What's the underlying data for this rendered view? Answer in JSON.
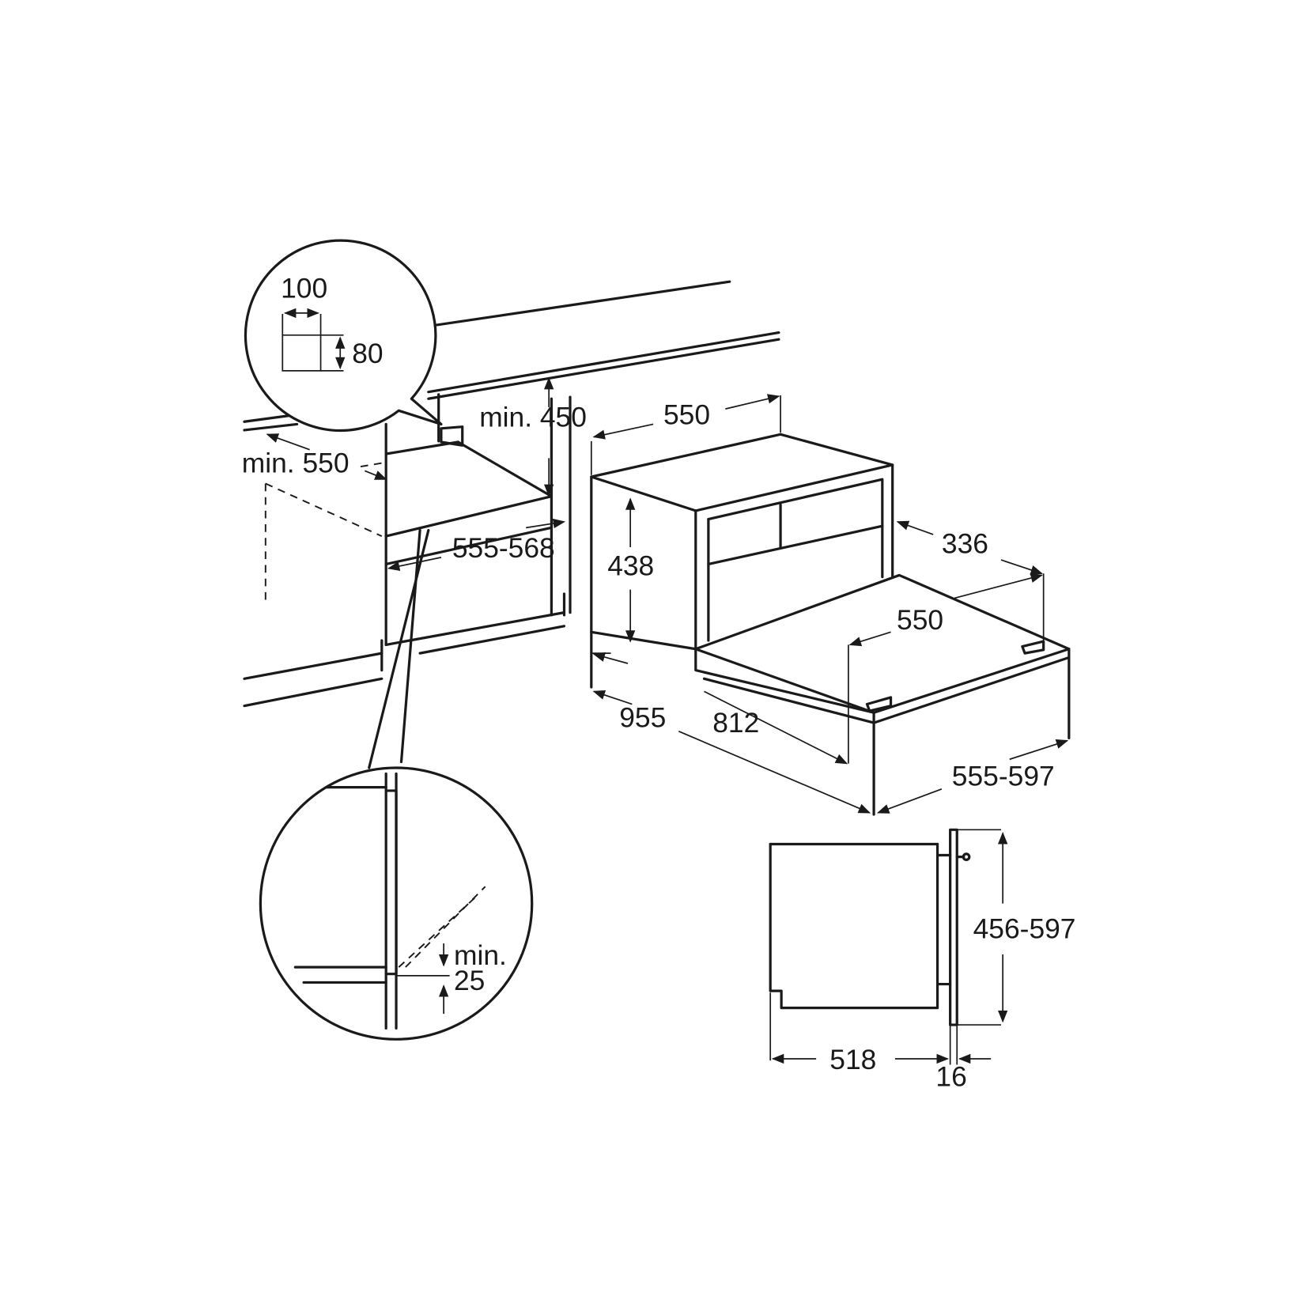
{
  "labels": {
    "detail_width": "100",
    "detail_height": "80",
    "min_height_above": "min. 450",
    "min_depth": "min. 550",
    "niche_width": "555-568",
    "box_width": "550",
    "box_height": "438",
    "drawer_depth": "336",
    "drawer_width": "550",
    "total_depth": "955",
    "drawer_extended": "812",
    "front_width": "555-597",
    "front_height": "456-597",
    "side_depth": "518",
    "front_thickness": "16",
    "gap_min": "min.",
    "gap_value": "25"
  },
  "colors": {
    "line": "#1a1a1a",
    "background": "#ffffff"
  }
}
